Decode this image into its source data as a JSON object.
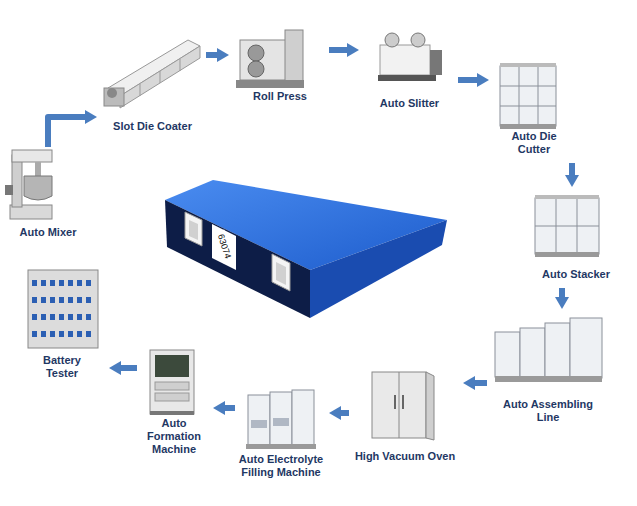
{
  "diagram": {
    "nodes": [
      {
        "text": [
          "Auto Mixer"
        ]
      },
      {
        "text": [
          "Slot Die Coater"
        ]
      },
      {
        "text": [
          "Roll Press"
        ]
      },
      {
        "text": [
          "Auto Slitter"
        ]
      },
      {
        "text": [
          "Auto Die Cutter"
        ]
      },
      {
        "text": [
          "Auto Stacker"
        ]
      },
      {
        "text": [
          "Auto Assembling Line"
        ]
      },
      {
        "text": [
          "High Vacuum Oven"
        ]
      },
      {
        "text": [
          "Auto Electrolyte Filling Machine"
        ]
      },
      {
        "text": [
          "Auto Formation Machine"
        ]
      },
      {
        "text": [
          "Battery Tester"
        ]
      }
    ],
    "edges": [
      {
        "from": 0,
        "to": 1,
        "arrow": "to"
      },
      {
        "from": 1,
        "to": 2,
        "arrow": "to"
      },
      {
        "from": 2,
        "to": 3,
        "arrow": "to"
      },
      {
        "from": 3,
        "to": 4,
        "arrow": "to"
      },
      {
        "from": 4,
        "to": 5,
        "arrow": "to"
      },
      {
        "from": 5,
        "to": 6,
        "arrow": "to"
      },
      {
        "from": 6,
        "to": 7,
        "arrow": "to"
      },
      {
        "from": 7,
        "to": 8,
        "arrow": "to"
      },
      {
        "from": 8,
        "to": 9,
        "arrow": "to"
      },
      {
        "from": 9,
        "to": 10,
        "arrow": "to"
      }
    ],
    "labels": [
      "63074"
    ]
  }
}
